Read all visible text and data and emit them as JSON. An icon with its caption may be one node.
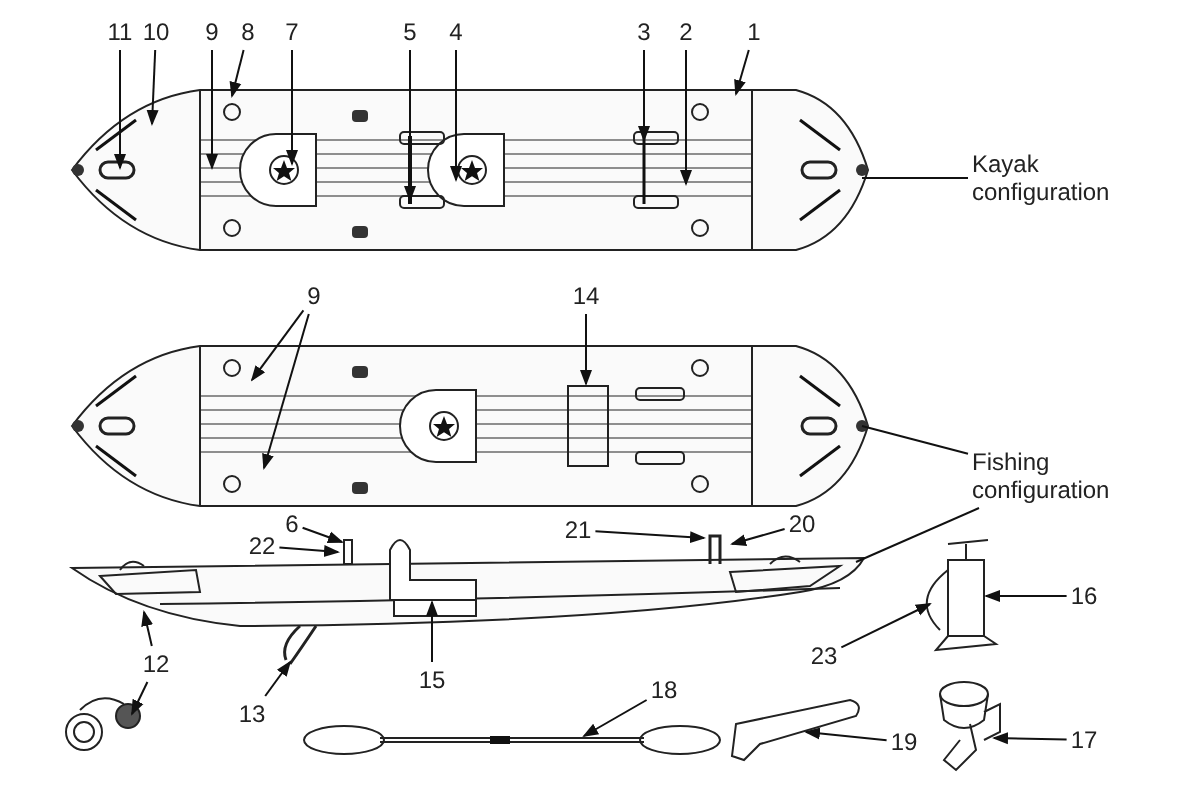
{
  "diagram": {
    "nodes": [
      {
        "text": [
          "11"
        ]
      },
      {
        "text": [
          "10"
        ]
      },
      {
        "text": [
          "9"
        ]
      },
      {
        "text": [
          "8"
        ]
      },
      {
        "text": [
          "7"
        ]
      },
      {
        "text": [
          "5"
        ]
      },
      {
        "text": [
          "4"
        ]
      },
      {
        "text": [
          "3"
        ]
      },
      {
        "text": [
          "2"
        ]
      },
      {
        "text": [
          "1"
        ]
      },
      {
        "text": [
          "Kayak configuration"
        ]
      },
      {
        "text": [
          "9"
        ]
      },
      {
        "text": [
          "14"
        ]
      },
      {
        "text": [
          "Fishing configuration"
        ]
      },
      {
        "text": [
          "6"
        ]
      },
      {
        "text": [
          "22"
        ]
      },
      {
        "text": [
          "21"
        ]
      },
      {
        "text": [
          "20"
        ]
      },
      {
        "text": [
          "16"
        ]
      },
      {
        "text": [
          "15"
        ]
      },
      {
        "text": [
          "12"
        ]
      },
      {
        "text": [
          "23"
        ]
      },
      {
        "text": [
          "13"
        ]
      },
      {
        "text": [
          "18"
        ]
      },
      {
        "text": [
          "19"
        ]
      },
      {
        "text": [
          "17"
        ]
      },
      {
        "text": [],
        "shape": "picture"
      },
      {
        "text": [],
        "shape": "picture"
      },
      {
        "text": [],
        "shape": "picture"
      },
      {
        "text": [],
        "shape": "picture"
      },
      {
        "text": [],
        "shape": "picture"
      },
      {
        "text": [],
        "shape": "picture"
      },
      {
        "text": [],
        "shape": "picture"
      },
      {
        "text": [],
        "shape": "picture"
      }
    ],
    "edges": [
      {
        "from": 0,
        "to": 26,
        "arrow": "to"
      },
      {
        "from": 1,
        "to": 26,
        "arrow": "to"
      },
      {
        "from": 2,
        "to": 26,
        "arrow": "to"
      },
      {
        "from": 3,
        "to": 26,
        "arrow": "to"
      },
      {
        "from": 4,
        "to": 26,
        "arrow": "to"
      },
      {
        "from": 5,
        "to": 26,
        "arrow": "to"
      },
      {
        "from": 6,
        "to": 26,
        "arrow": "to"
      },
      {
        "from": 7,
        "to": 26,
        "arrow": "to"
      },
      {
        "from": 8,
        "to": 26,
        "arrow": "to"
      },
      {
        "from": 9,
        "to": 26,
        "arrow": "to"
      },
      {
        "from": 10,
        "to": 26,
        "arrow": "none"
      },
      {
        "from": 11,
        "to": 27,
        "arrow": "to"
      },
      {
        "from": 11,
        "to": 27,
        "arrow": "to"
      },
      {
        "from": 12,
        "to": 27,
        "arrow": "to"
      },
      {
        "from": 13,
        "to": 27,
        "arrow": "none"
      },
      {
        "from": 13,
        "to": 28,
        "arrow": "none"
      },
      {
        "from": 14,
        "to": 28,
        "arrow": "to"
      },
      {
        "from": 15,
        "to": 28,
        "arrow": "to"
      },
      {
        "from": 16,
        "to": 28,
        "arrow": "to"
      },
      {
        "from": 17,
        "to": 28,
        "arrow": "to"
      },
      {
        "from": 18,
        "to": 29,
        "arrow": "to"
      },
      {
        "from": 19,
        "to": 28,
        "arrow": "to"
      },
      {
        "from": 20,
        "to": 28,
        "arrow": "to"
      },
      {
        "from": 20,
        "to": 33,
        "arrow": "to"
      },
      {
        "from": 21,
        "to": 29,
        "arrow": "to"
      },
      {
        "from": 22,
        "to": 28,
        "arrow": "to"
      },
      {
        "from": 23,
        "to": 31,
        "arrow": "to"
      },
      {
        "from": 24,
        "to": 32,
        "arrow": "to"
      },
      {
        "from": 25,
        "to": 30,
        "arrow": "to"
      }
    ]
  }
}
